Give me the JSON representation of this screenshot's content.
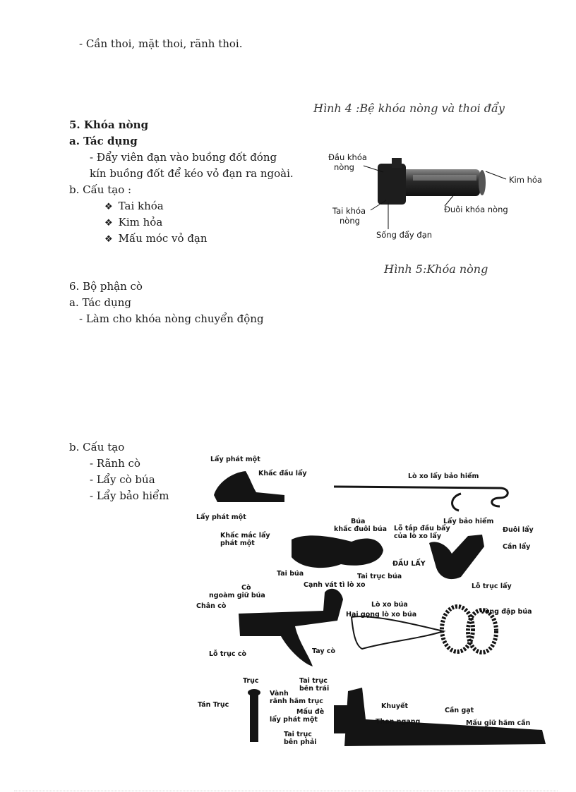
{
  "top_line": "-  Cần thoi, mặt thoi, rãnh thoi.",
  "fig4_caption": "Hình 4 :Bệ khóa nòng và thoi đẩy",
  "sec5": {
    "title": "5. Khóa nòng",
    "a_title": "a. Tác dụng",
    "a_line1": "-  Đẩy viên đạn vào buồng đốt đóng",
    "a_line2": "kín buồng đốt để kéo vỏ đạn ra ngoài.",
    "b_title": "b. Cấu tạo :",
    "bullets": [
      "Tai khóa",
      "Kim hỏa",
      "Mấu móc vỏ đạn"
    ]
  },
  "fig5": {
    "caption": "Hình 5:Khóa nòng",
    "labels": {
      "dau_khoa_nong_1": "Đầu khóa",
      "dau_khoa_nong_2": "nòng",
      "kim_hoa": "Kim hỏa",
      "tai_khoa_nong_1": "Tai khóa",
      "tai_khoa_nong_2": "nòng",
      "duoi_khoa_nong": "Đuôi khóa nòng",
      "song_day_dan": "Sống  đẩy đạn"
    }
  },
  "sec6": {
    "title": "6. Bộ phận cò",
    "a_title": "a. Tác dụng",
    "a_line1": "-  Làm cho khóa nòng chuyển động",
    "b_title": "b. Cấu tạo",
    "items": [
      "-  Rãnh cò",
      "-  Lẩy cò búa",
      "-  Lẩy bảo hiểm"
    ]
  },
  "fig6_labels": {
    "lay_phat_mot_top": "Lẩy phát một",
    "khac_dau_lay": "Khấc đầu lẩy",
    "lo_xo_lay_bao_hiem": "Lò xo lẩy bảo hiểm",
    "lay_phat_mot_bottom": "Lẩy phát một",
    "lay_bao_hiem": "Lẩy bảo hiểm",
    "bua_1": "Búa",
    "bua_2": "khấc đuôi búa",
    "lo_tap_1": "Lỗ tắp đầu bẩy",
    "lo_tap_2": "của lò xo lẩy",
    "duoi_lay": "Đuôi lẩy",
    "khac_mac_lay_1": "Khấc mắc lẩy",
    "khac_mac_lay_2": "phát một",
    "can_lay": "Cần lẩy",
    "dau_lay": "ĐẦU LẨY",
    "tai_bua": "Tai búa",
    "tai_truc_bua": "Tai trục búa",
    "canh_vat": "Cạnh vát tì lò xo",
    "lo_truc_lay": "Lỗ trục lẩy",
    "co_1": "Cò",
    "co_2": "ngoàm giữ búa",
    "chan_co": "Chân cò",
    "lo_xo_bua": "Lò xo búa",
    "hai_gong": "Hai gọng lò xo búa",
    "vong_dap_bua": "Vòng đập búa",
    "lo_truc_co": "Lỗ trục cò",
    "tay_co": "Tay cò",
    "truc": "Trục",
    "tai_truc_trai_1": "Tai trục",
    "tai_truc_trai_2": "bên trái",
    "vanh_1": "Vành",
    "vanh_2": "rãnh hãm trục",
    "tan_truc": "Tán Trục",
    "khuyet": "Khuyết",
    "can_gat": "Cần gạt",
    "mau_de_1": "Mấu đè",
    "mau_de_2": "lẩy phát một",
    "then_ngang": "Then ngang",
    "mau_giu": "Mấu giữ hãm cần",
    "tai_truc_phai_1": "Tai trục",
    "tai_truc_phai_2": "bên phải"
  }
}
